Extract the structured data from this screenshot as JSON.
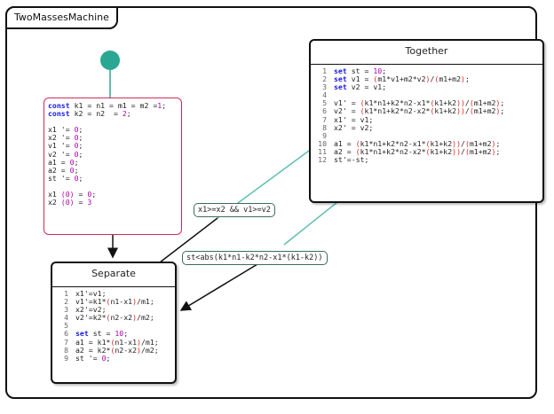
{
  "frame": {
    "title": "TwoMassesMachine"
  },
  "initial": {
    "lines": [
      [
        [
          "kw",
          "const"
        ],
        [
          "t",
          " k1 = n1 = m1 = m2 ="
        ],
        [
          "num",
          "1"
        ],
        [
          "t",
          ";"
        ]
      ],
      [
        [
          "kw",
          "const"
        ],
        [
          "t",
          " k2 = n2  = "
        ],
        [
          "num",
          "2"
        ],
        [
          "t",
          ";"
        ]
      ],
      [
        [
          "t",
          ""
        ]
      ],
      [
        [
          "t",
          "x1 '= "
        ],
        [
          "num",
          "0"
        ],
        [
          "t",
          ";"
        ]
      ],
      [
        [
          "t",
          "x2 '= "
        ],
        [
          "num",
          "0"
        ],
        [
          "t",
          ";"
        ]
      ],
      [
        [
          "t",
          "v1 '= "
        ],
        [
          "num",
          "0"
        ],
        [
          "t",
          ";"
        ]
      ],
      [
        [
          "t",
          "v2 '= "
        ],
        [
          "num",
          "0"
        ],
        [
          "t",
          ";"
        ]
      ],
      [
        [
          "t",
          "a1 = "
        ],
        [
          "num",
          "0"
        ],
        [
          "t",
          ";"
        ]
      ],
      [
        [
          "t",
          "a2 = "
        ],
        [
          "num",
          "0"
        ],
        [
          "t",
          ";"
        ]
      ],
      [
        [
          "t",
          "st '= "
        ],
        [
          "num",
          "0"
        ],
        [
          "t",
          ";"
        ]
      ],
      [
        [
          "t",
          ""
        ]
      ],
      [
        [
          "t",
          "x1 "
        ],
        [
          "num",
          "(0)"
        ],
        [
          "t",
          " = "
        ],
        [
          "num",
          "0"
        ],
        [
          "t",
          ";"
        ]
      ],
      [
        [
          "t",
          "x2 "
        ],
        [
          "num",
          "(0)"
        ],
        [
          "t",
          " = "
        ],
        [
          "num",
          "3"
        ]
      ]
    ]
  },
  "together": {
    "title": "Together",
    "lines": [
      [
        [
          "kw",
          "set"
        ],
        [
          "t",
          " st = "
        ],
        [
          "num",
          "10"
        ],
        [
          "t",
          ";"
        ]
      ],
      [
        [
          "kw",
          "set"
        ],
        [
          "t",
          " v1 = "
        ],
        [
          "op",
          "("
        ],
        [
          "t",
          "m1*v1+m2*v2"
        ],
        [
          "op",
          ")"
        ],
        [
          "t",
          "/"
        ],
        [
          "op",
          "("
        ],
        [
          "t",
          "m1+m2"
        ],
        [
          "op",
          ")"
        ],
        [
          "t",
          ";"
        ]
      ],
      [
        [
          "kw",
          "set"
        ],
        [
          "t",
          " v2 = v1;"
        ]
      ],
      [
        [
          "t",
          ""
        ]
      ],
      [
        [
          "t",
          "v1' = "
        ],
        [
          "op",
          "("
        ],
        [
          "t",
          "k1*n1+k2*n2-x1*"
        ],
        [
          "op",
          "("
        ],
        [
          "t",
          "k1+k2"
        ],
        [
          "op",
          "))"
        ],
        [
          "t",
          "/"
        ],
        [
          "op",
          "("
        ],
        [
          "t",
          "m1+m2"
        ],
        [
          "op",
          ")"
        ],
        [
          "t",
          ";"
        ]
      ],
      [
        [
          "t",
          "v2' = "
        ],
        [
          "op",
          "("
        ],
        [
          "t",
          "k1*n1+k2*n2-x2*"
        ],
        [
          "op",
          "("
        ],
        [
          "t",
          "k1+k2"
        ],
        [
          "op",
          "))"
        ],
        [
          "t",
          "/"
        ],
        [
          "op",
          "("
        ],
        [
          "t",
          "m1+m2"
        ],
        [
          "op",
          ")"
        ],
        [
          "t",
          ";"
        ]
      ],
      [
        [
          "t",
          "x1' = v1;"
        ]
      ],
      [
        [
          "t",
          "x2' = v2;"
        ]
      ],
      [
        [
          "t",
          ""
        ]
      ],
      [
        [
          "t",
          "a1 = "
        ],
        [
          "op",
          "("
        ],
        [
          "t",
          "k1*n1+k2*n2-x1*"
        ],
        [
          "op",
          "("
        ],
        [
          "t",
          "k1+k2"
        ],
        [
          "op",
          "))"
        ],
        [
          "t",
          "/"
        ],
        [
          "op",
          "("
        ],
        [
          "t",
          "m1+m2"
        ],
        [
          "op",
          ")"
        ],
        [
          "t",
          ";"
        ]
      ],
      [
        [
          "t",
          "a2 = "
        ],
        [
          "op",
          "("
        ],
        [
          "t",
          "k1*n1+k2*n2-x2*"
        ],
        [
          "op",
          "("
        ],
        [
          "t",
          "k1+k2"
        ],
        [
          "op",
          "))"
        ],
        [
          "t",
          "/"
        ],
        [
          "op",
          "("
        ],
        [
          "t",
          "m1+m2"
        ],
        [
          "op",
          ")"
        ],
        [
          "t",
          ";"
        ]
      ],
      [
        [
          "t",
          "st'=-st;"
        ]
      ]
    ]
  },
  "separate": {
    "title": "Separate",
    "lines": [
      [
        [
          "t",
          "x1'=v1;"
        ]
      ],
      [
        [
          "t",
          "v1'=k1*"
        ],
        [
          "op",
          "("
        ],
        [
          "t",
          "n1-x1"
        ],
        [
          "op",
          ")"
        ],
        [
          "t",
          "/m1;"
        ]
      ],
      [
        [
          "t",
          "x2'=v2;"
        ]
      ],
      [
        [
          "t",
          "v2'=k2*"
        ],
        [
          "op",
          "("
        ],
        [
          "t",
          "n2-x2"
        ],
        [
          "op",
          ")"
        ],
        [
          "t",
          "/m2;"
        ]
      ],
      [
        [
          "t",
          ""
        ]
      ],
      [
        [
          "kw",
          "set"
        ],
        [
          "t",
          " st = "
        ],
        [
          "num",
          "10"
        ],
        [
          "t",
          ";"
        ]
      ],
      [
        [
          "t",
          "a1 = k1*"
        ],
        [
          "op",
          "("
        ],
        [
          "t",
          "n1-x1"
        ],
        [
          "op",
          ")"
        ],
        [
          "t",
          "/m1;"
        ]
      ],
      [
        [
          "t",
          "a2 = k2*"
        ],
        [
          "op",
          "("
        ],
        [
          "t",
          "n2-x2"
        ],
        [
          "op",
          ")"
        ],
        [
          "t",
          "/m2;"
        ]
      ],
      [
        [
          "t",
          "st '= "
        ],
        [
          "num",
          "0"
        ],
        [
          "t",
          ";"
        ]
      ]
    ]
  },
  "transitions": {
    "to_together": "x1>=x2 && v1>=v2",
    "to_separate": "st<abs(k1*n1-k2*n2-x1*(k1-k2))"
  },
  "colors": {
    "teal": "#2aa792",
    "init_border": "#d12a5a",
    "keyword": "#1a1adb",
    "number": "#b000b0",
    "operator": "#e0201a"
  }
}
